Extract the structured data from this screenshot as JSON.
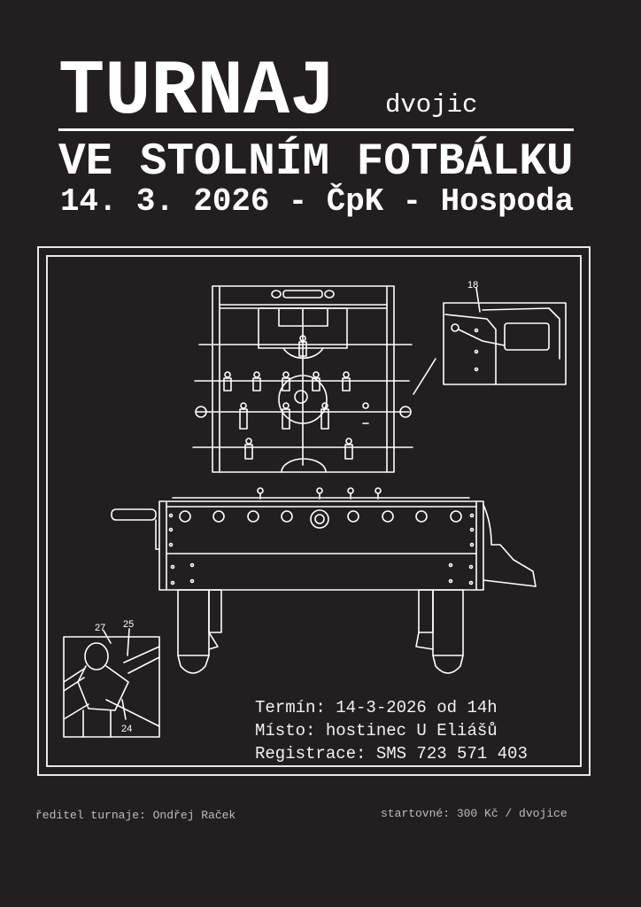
{
  "header": {
    "title": "TURNAJ",
    "title_suffix": "dvojic",
    "subtitle": "VE STOLNÍM FOTBÁLKU",
    "event_line": "14. 3. 2026 - ČpK - Hospoda"
  },
  "illustration": {
    "subject": "foosball-table-line-drawing",
    "callouts": {
      "detail_top_right": "18",
      "detail_bottom_left_a": "27",
      "detail_bottom_left_b": "25",
      "detail_bottom_left_c": "24"
    }
  },
  "info": {
    "date_line": "Termín: 14-3-2026 od 14h",
    "place_line": "Místo: hostinec U Eliášů",
    "registration_line": "Registrace: SMS 723 571 403"
  },
  "footer": {
    "director": "ředitel turnaje: Ondřej Raček",
    "fee": "startovné: 300 Kč / dvojice"
  },
  "colors": {
    "background": "#231f20",
    "foreground": "#ffffff",
    "footer_text": "#bdbdbd"
  }
}
